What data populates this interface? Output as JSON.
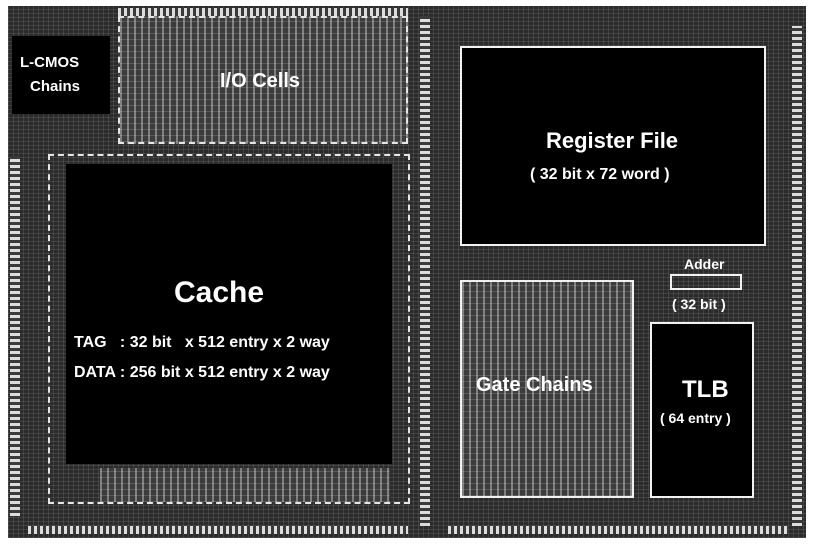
{
  "labels": {
    "lcmos_line1": "L-CMOS",
    "lcmos_line2": "Chains",
    "io_cells": "I/O Cells",
    "cache_title": "Cache",
    "cache_tag": "TAG   : 32 bit   x 512 entry x 2 way",
    "cache_data": "DATA : 256 bit x 512 entry x 2 way",
    "register_title": "Register File",
    "register_detail": "( 32 bit x 72 word )",
    "adder_title": "Adder",
    "adder_detail": "( 32 bit )",
    "gate_chains": "Gate Chains",
    "tlb_title": "TLB",
    "tlb_detail": "( 64 entry )"
  },
  "colors": {
    "block_fill": "#000000",
    "block_outline": "#f2f2f2",
    "die_background": "#2b2b2b"
  }
}
